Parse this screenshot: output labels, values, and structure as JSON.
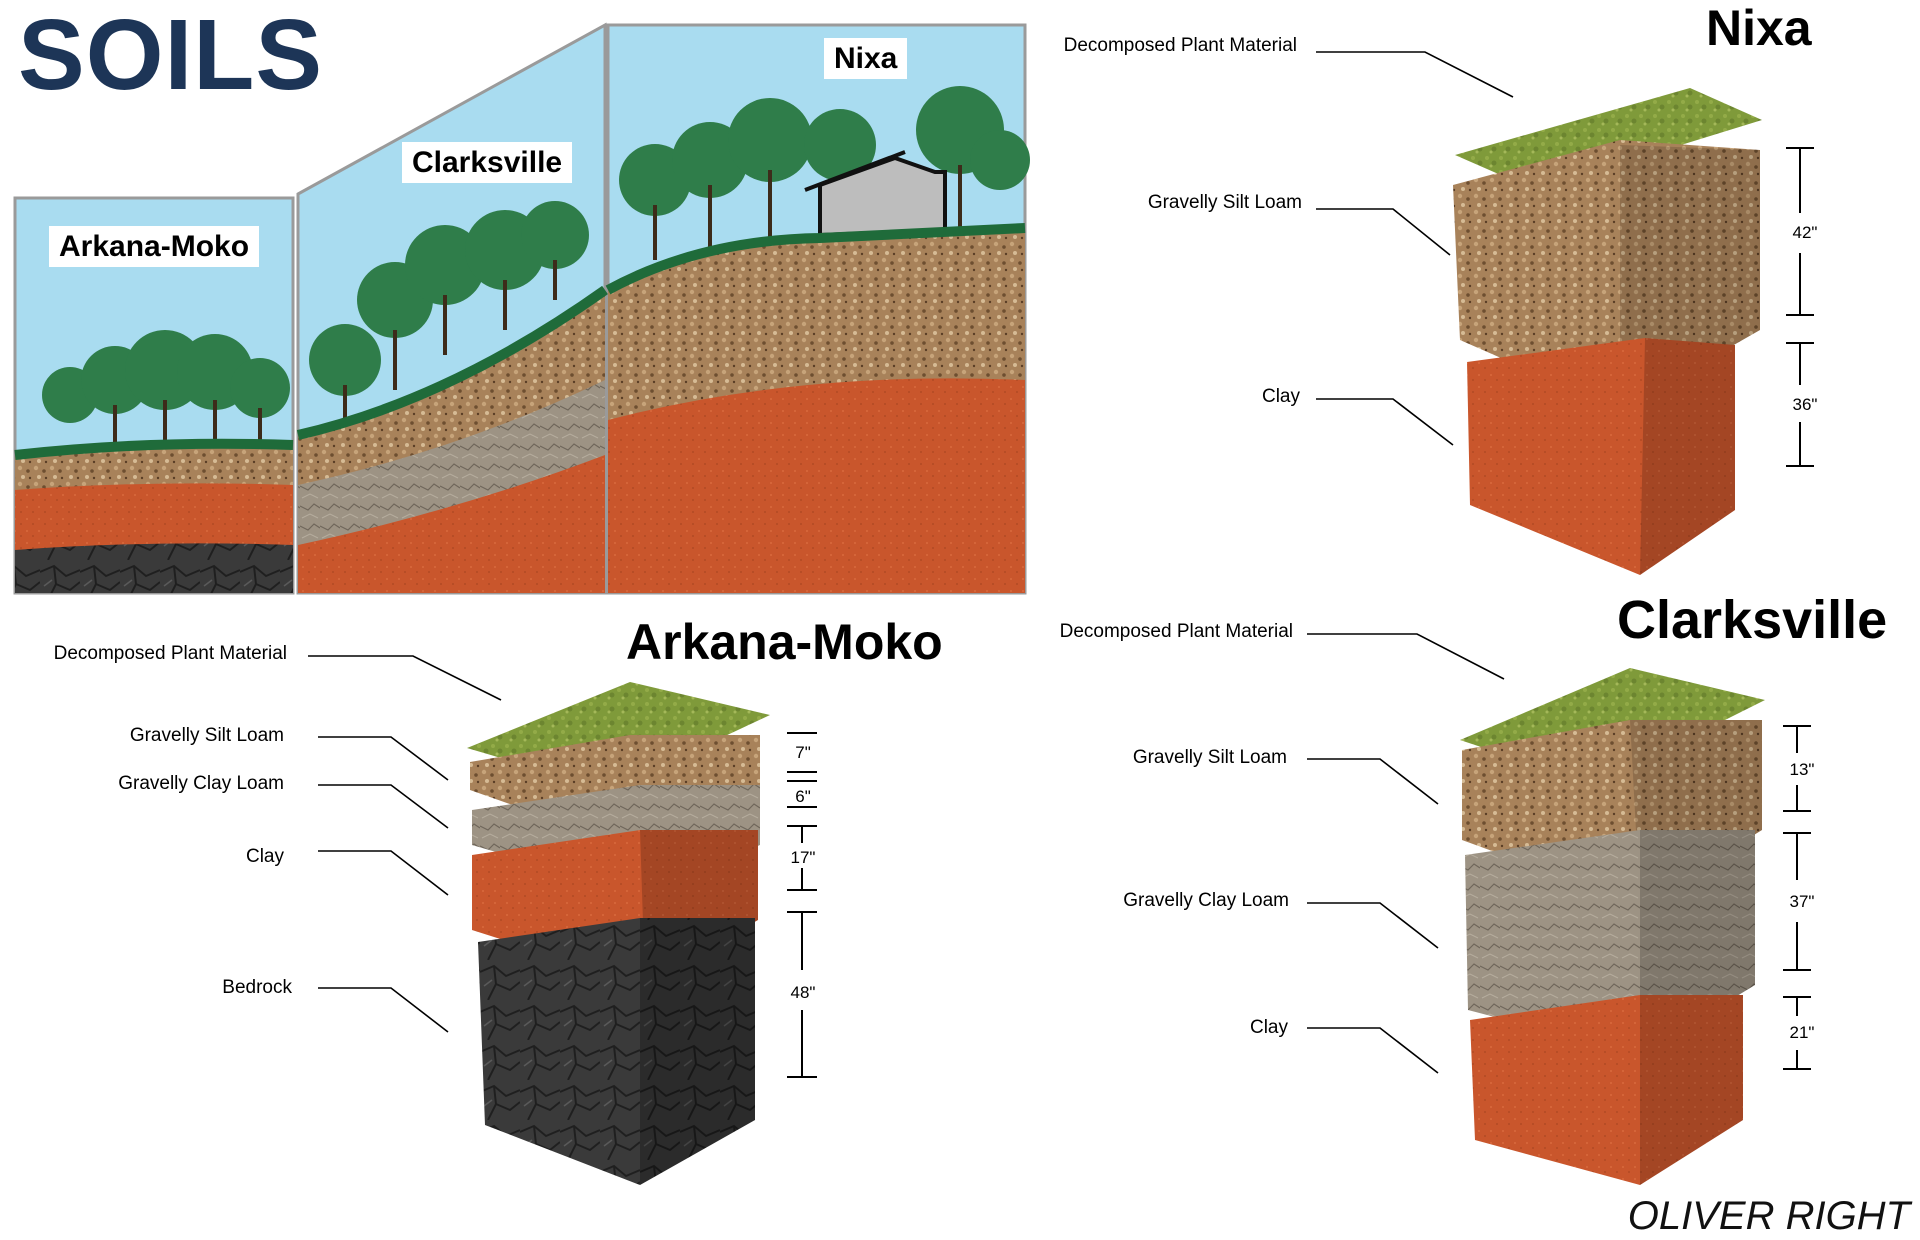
{
  "title": "SOILS",
  "credit": "OLIVER RIGHT",
  "landscape": {
    "labels": [
      "Arkana-Moko",
      "Clarksville",
      "Nixa"
    ]
  },
  "profiles": {
    "nixa": {
      "heading": "Nixa",
      "layers": [
        "Decomposed Plant Material",
        "Gravelly Silt Loam",
        "Clay"
      ],
      "depths": [
        "42\"",
        "36\""
      ]
    },
    "arkana": {
      "heading": "Arkana-Moko",
      "layers": [
        "Decomposed Plant Material",
        "Gravelly Silt Loam",
        "Gravelly Clay Loam",
        "Clay",
        "Bedrock"
      ],
      "depths": [
        "7\"",
        "6\"",
        "17\"",
        "48\""
      ]
    },
    "clarksville": {
      "heading": "Clarksville",
      "layers": [
        "Decomposed Plant Material",
        "Gravelly Silt Loam",
        "Gravelly Clay Loam",
        "Clay"
      ],
      "depths": [
        "13\"",
        "37\"",
        "21\""
      ]
    }
  },
  "colors": {
    "title": "#1d3557",
    "sky": "#a9dcf0",
    "grass": "#7f9a3a",
    "ground_line": "#1f6b3a",
    "silt_loam": "#a8825a",
    "clay_loam": "#9d9384",
    "clay": "#c9562c",
    "bedrock": "#3a3a3a"
  }
}
